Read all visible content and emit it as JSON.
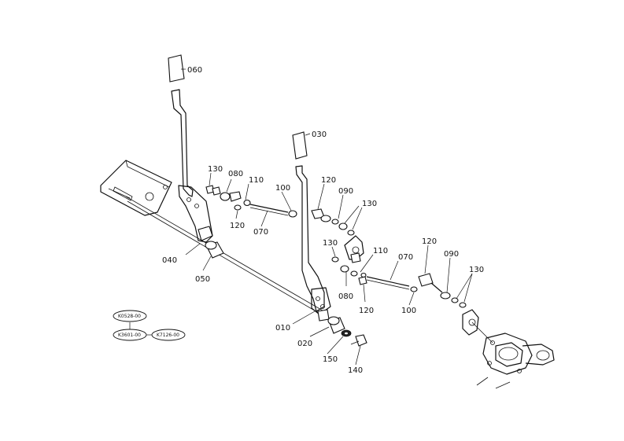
{
  "callouts": {
    "c060": "060",
    "c030": "030",
    "c130a": "130",
    "c080a": "080",
    "c110a": "110",
    "c100a": "100",
    "c120a": "120",
    "c070a": "070",
    "c120b": "120",
    "c090a": "090",
    "c130b": "130",
    "c040": "040",
    "c050": "050",
    "c130c": "130",
    "c110b": "110",
    "c070b": "070",
    "c120c": "120",
    "c090b": "090",
    "c130d": "130",
    "c080b": "080",
    "c120d": "120",
    "c100b": "100",
    "c010": "010",
    "c020": "020",
    "c150": "150",
    "c140": "140"
  },
  "references": {
    "ref1": "K0528-00",
    "ref2": "K3601-00",
    "ref3": "K7126-00"
  }
}
